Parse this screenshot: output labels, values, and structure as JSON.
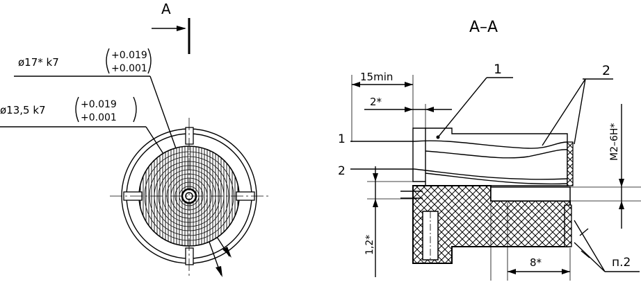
{
  "left_view": {
    "section_mark": "A",
    "dim_outer": {
      "label": "ø17* k7",
      "tol_upper": "+0.019",
      "tol_lower": "+0.001"
    },
    "dim_inner": {
      "label": "ø13,5 k7",
      "tol_upper": "+0.019",
      "tol_lower": "+0.001"
    }
  },
  "section_view": {
    "title": "A–A",
    "dim_15min": "15min",
    "dim_2": "2*",
    "dim_thread": "M2–6H*",
    "dim_1_2": "1,2*",
    "dim_8": "8*",
    "note": "п.2",
    "leader_1": "1",
    "leader_2": "2",
    "wire_1": "1",
    "wire_2": "2"
  }
}
